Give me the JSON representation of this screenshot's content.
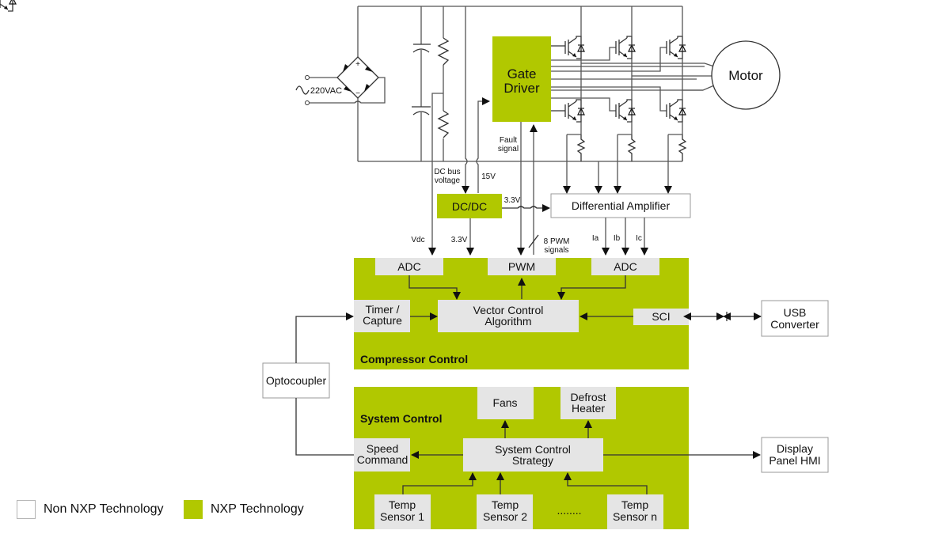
{
  "colors": {
    "nxp": "#b1c800",
    "block": "#e5e5e5",
    "non_nxp_border": "#9a9a9a"
  },
  "power_stage": {
    "ac_source": "220VAC",
    "gate_driver": [
      "Gate",
      "Driver"
    ],
    "motor": "Motor",
    "fault_signal": [
      "Fault",
      "signal"
    ],
    "dc_bus_voltage": [
      "DC bus",
      "voltage"
    ],
    "v15": "15V",
    "dcdc": "DC/DC",
    "v33_right": "3.3V",
    "diff_amp": "Differential Amplifier",
    "vdc": "Vdc",
    "v33_down": "3.3V",
    "pwm_signals": [
      "8 PWM",
      "signals"
    ],
    "ia": "Ia",
    "ib": "Ib",
    "ic": "Ic"
  },
  "compressor_control": {
    "title": "Compressor Control",
    "adc_left": "ADC",
    "pwm": "PWM",
    "adc_right": "ADC",
    "timer_capture": [
      "Timer /",
      "Capture"
    ],
    "vector_control": [
      "Vector Control",
      "Algorithm"
    ],
    "sci": "SCI"
  },
  "usb_converter": [
    "USB",
    "Converter"
  ],
  "optocoupler": "Optocoupler",
  "system_control": {
    "title": "System Control",
    "fans": "Fans",
    "defrost_heater": [
      "Defrost",
      "Heater"
    ],
    "speed_command": [
      "Speed",
      "Command"
    ],
    "strategy": [
      "System Control",
      "Strategy"
    ],
    "sensors": [
      [
        "Temp",
        "Sensor 1"
      ],
      [
        "Temp",
        "Sensor 2"
      ],
      [
        "Temp",
        "Sensor n"
      ]
    ],
    "ellipsis": "........"
  },
  "display_panel": [
    "Display",
    "Panel HMI"
  ],
  "legend": [
    {
      "label": "Non NXP Technology",
      "type": "non-nxp"
    },
    {
      "label": "NXP Technology",
      "type": "nxp"
    }
  ]
}
